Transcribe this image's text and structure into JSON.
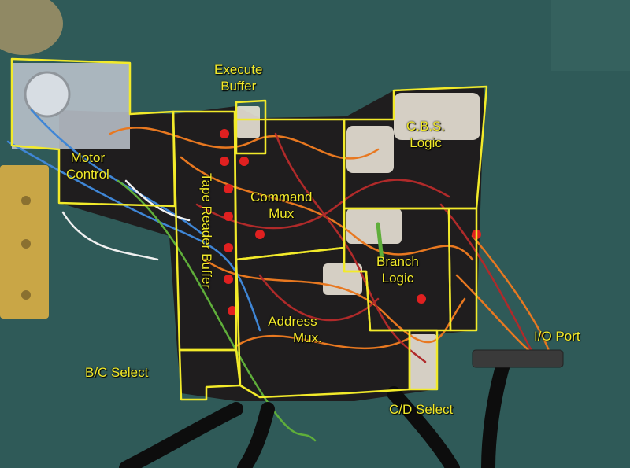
{
  "labels": {
    "execute_buffer": [
      "Execute",
      "Buffer"
    ],
    "motor_control": [
      "Motor",
      "Control"
    ],
    "tape_reader_buffer": "Tape Reader Buffer",
    "command_mux": [
      "Command",
      "Mux"
    ],
    "cbs_logic": [
      "C.B.S.",
      "Logic"
    ],
    "branch_logic": [
      "Branch",
      "Logic"
    ],
    "address_mux": [
      "Address",
      "Mux."
    ],
    "io_port": "I/O Port",
    "bc_select": "B/C Select",
    "cd_select": "C/D Select"
  },
  "colors": {
    "background": "#2f5a58",
    "outline": "#f2ea2a",
    "board": "#1f1d1e",
    "hinge": "#c9a646"
  }
}
